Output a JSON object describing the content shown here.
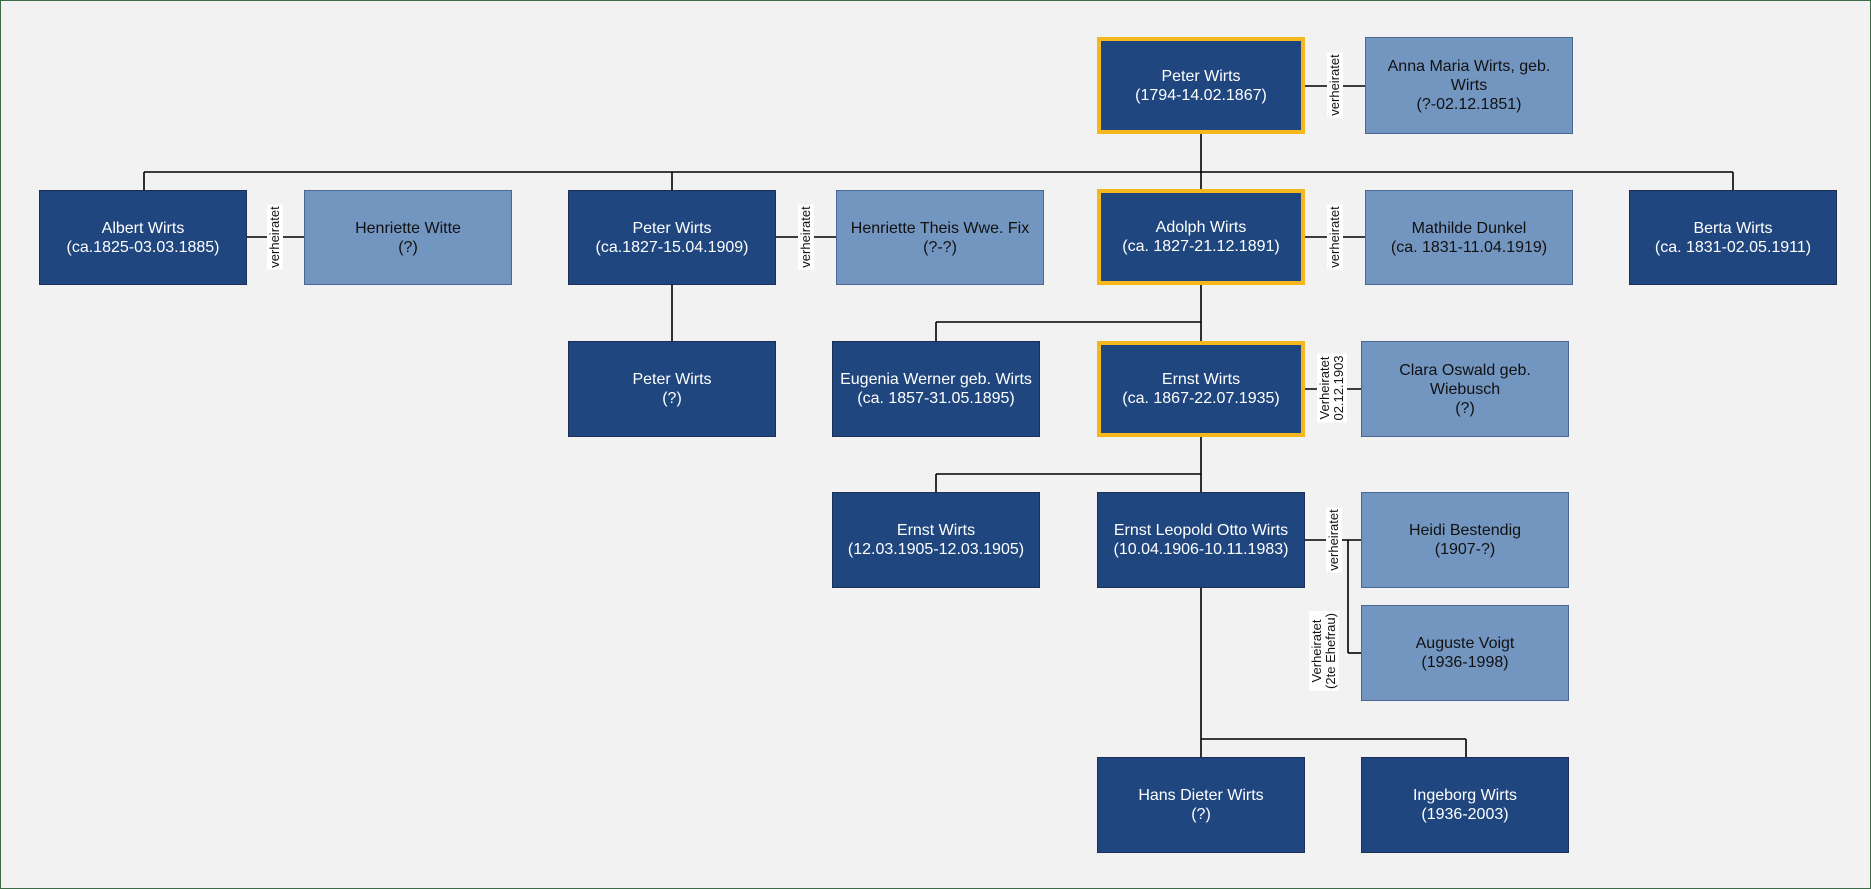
{
  "persons": {
    "peter_1794": {
      "name": "Peter Wirts",
      "dates": "(1794-14.02.1867)"
    },
    "anna_maria": {
      "name": "Anna Maria Wirts, geb. Wirts",
      "dates": "(?-02.12.1851)"
    },
    "albert": {
      "name": "Albert Wirts",
      "dates": "(ca.1825-03.03.1885)"
    },
    "henriette_witte": {
      "name": "Henriette Witte",
      "dates": "(?)"
    },
    "peter_1827": {
      "name": "Peter Wirts",
      "dates": "(ca.1827-15.04.1909)"
    },
    "henriette_theis": {
      "name": "Henriette Theis Wwe. Fix",
      "dates": "(?-?)"
    },
    "adolph": {
      "name": "Adolph Wirts",
      "dates": "(ca. 1827-21.12.1891)"
    },
    "mathilde": {
      "name": "Mathilde Dunkel",
      "dates": "(ca. 1831-11.04.1919)"
    },
    "berta": {
      "name": "Berta Wirts",
      "dates": "(ca. 1831-02.05.1911)"
    },
    "peter_child": {
      "name": "Peter Wirts",
      "dates": "(?)"
    },
    "eugenia": {
      "name": "Eugenia Werner geb. Wirts",
      "dates": "(ca. 1857-31.05.1895)"
    },
    "ernst_1867": {
      "name": "Ernst Wirts",
      "dates": "(ca. 1867-22.07.1935)"
    },
    "clara": {
      "name": "Clara Oswald geb. Wiebusch",
      "dates": "(?)"
    },
    "ernst_1905": {
      "name": "Ernst Wirts",
      "dates": "(12.03.1905-12.03.1905)"
    },
    "ernst_leopold": {
      "name": "Ernst Leopold Otto Wirts",
      "dates": "(10.04.1906-10.11.1983)"
    },
    "heidi": {
      "name": "Heidi Bestendig",
      "dates": "(1907-?)"
    },
    "auguste": {
      "name": "Auguste Voigt",
      "dates": "(1936-1998)"
    },
    "hans_dieter": {
      "name": "Hans Dieter  Wirts",
      "dates": "(?)"
    },
    "ingeborg": {
      "name": "Ingeborg Wirts",
      "dates": "(1936-2003)"
    }
  },
  "relations": {
    "peter_anna": [
      "verheiratet"
    ],
    "albert_henriette": [
      "verheiratet"
    ],
    "peter_henriette": [
      "verheiratet"
    ],
    "adolph_mathilde": [
      "verheiratet"
    ],
    "ernst_clara": [
      "Verheiratet",
      "02.12.1903"
    ],
    "ernstl_heidi": [
      "verheiratet"
    ],
    "ernstl_auguste": [
      "Verheiratet",
      "(2te Ehefrau)"
    ]
  },
  "colors": {
    "blood_relative": "#1f467e",
    "spouse": "#7396c1",
    "direct_line_highlight": "#f5b81c",
    "connector": "#000000",
    "background": "#f2f2f2"
  }
}
